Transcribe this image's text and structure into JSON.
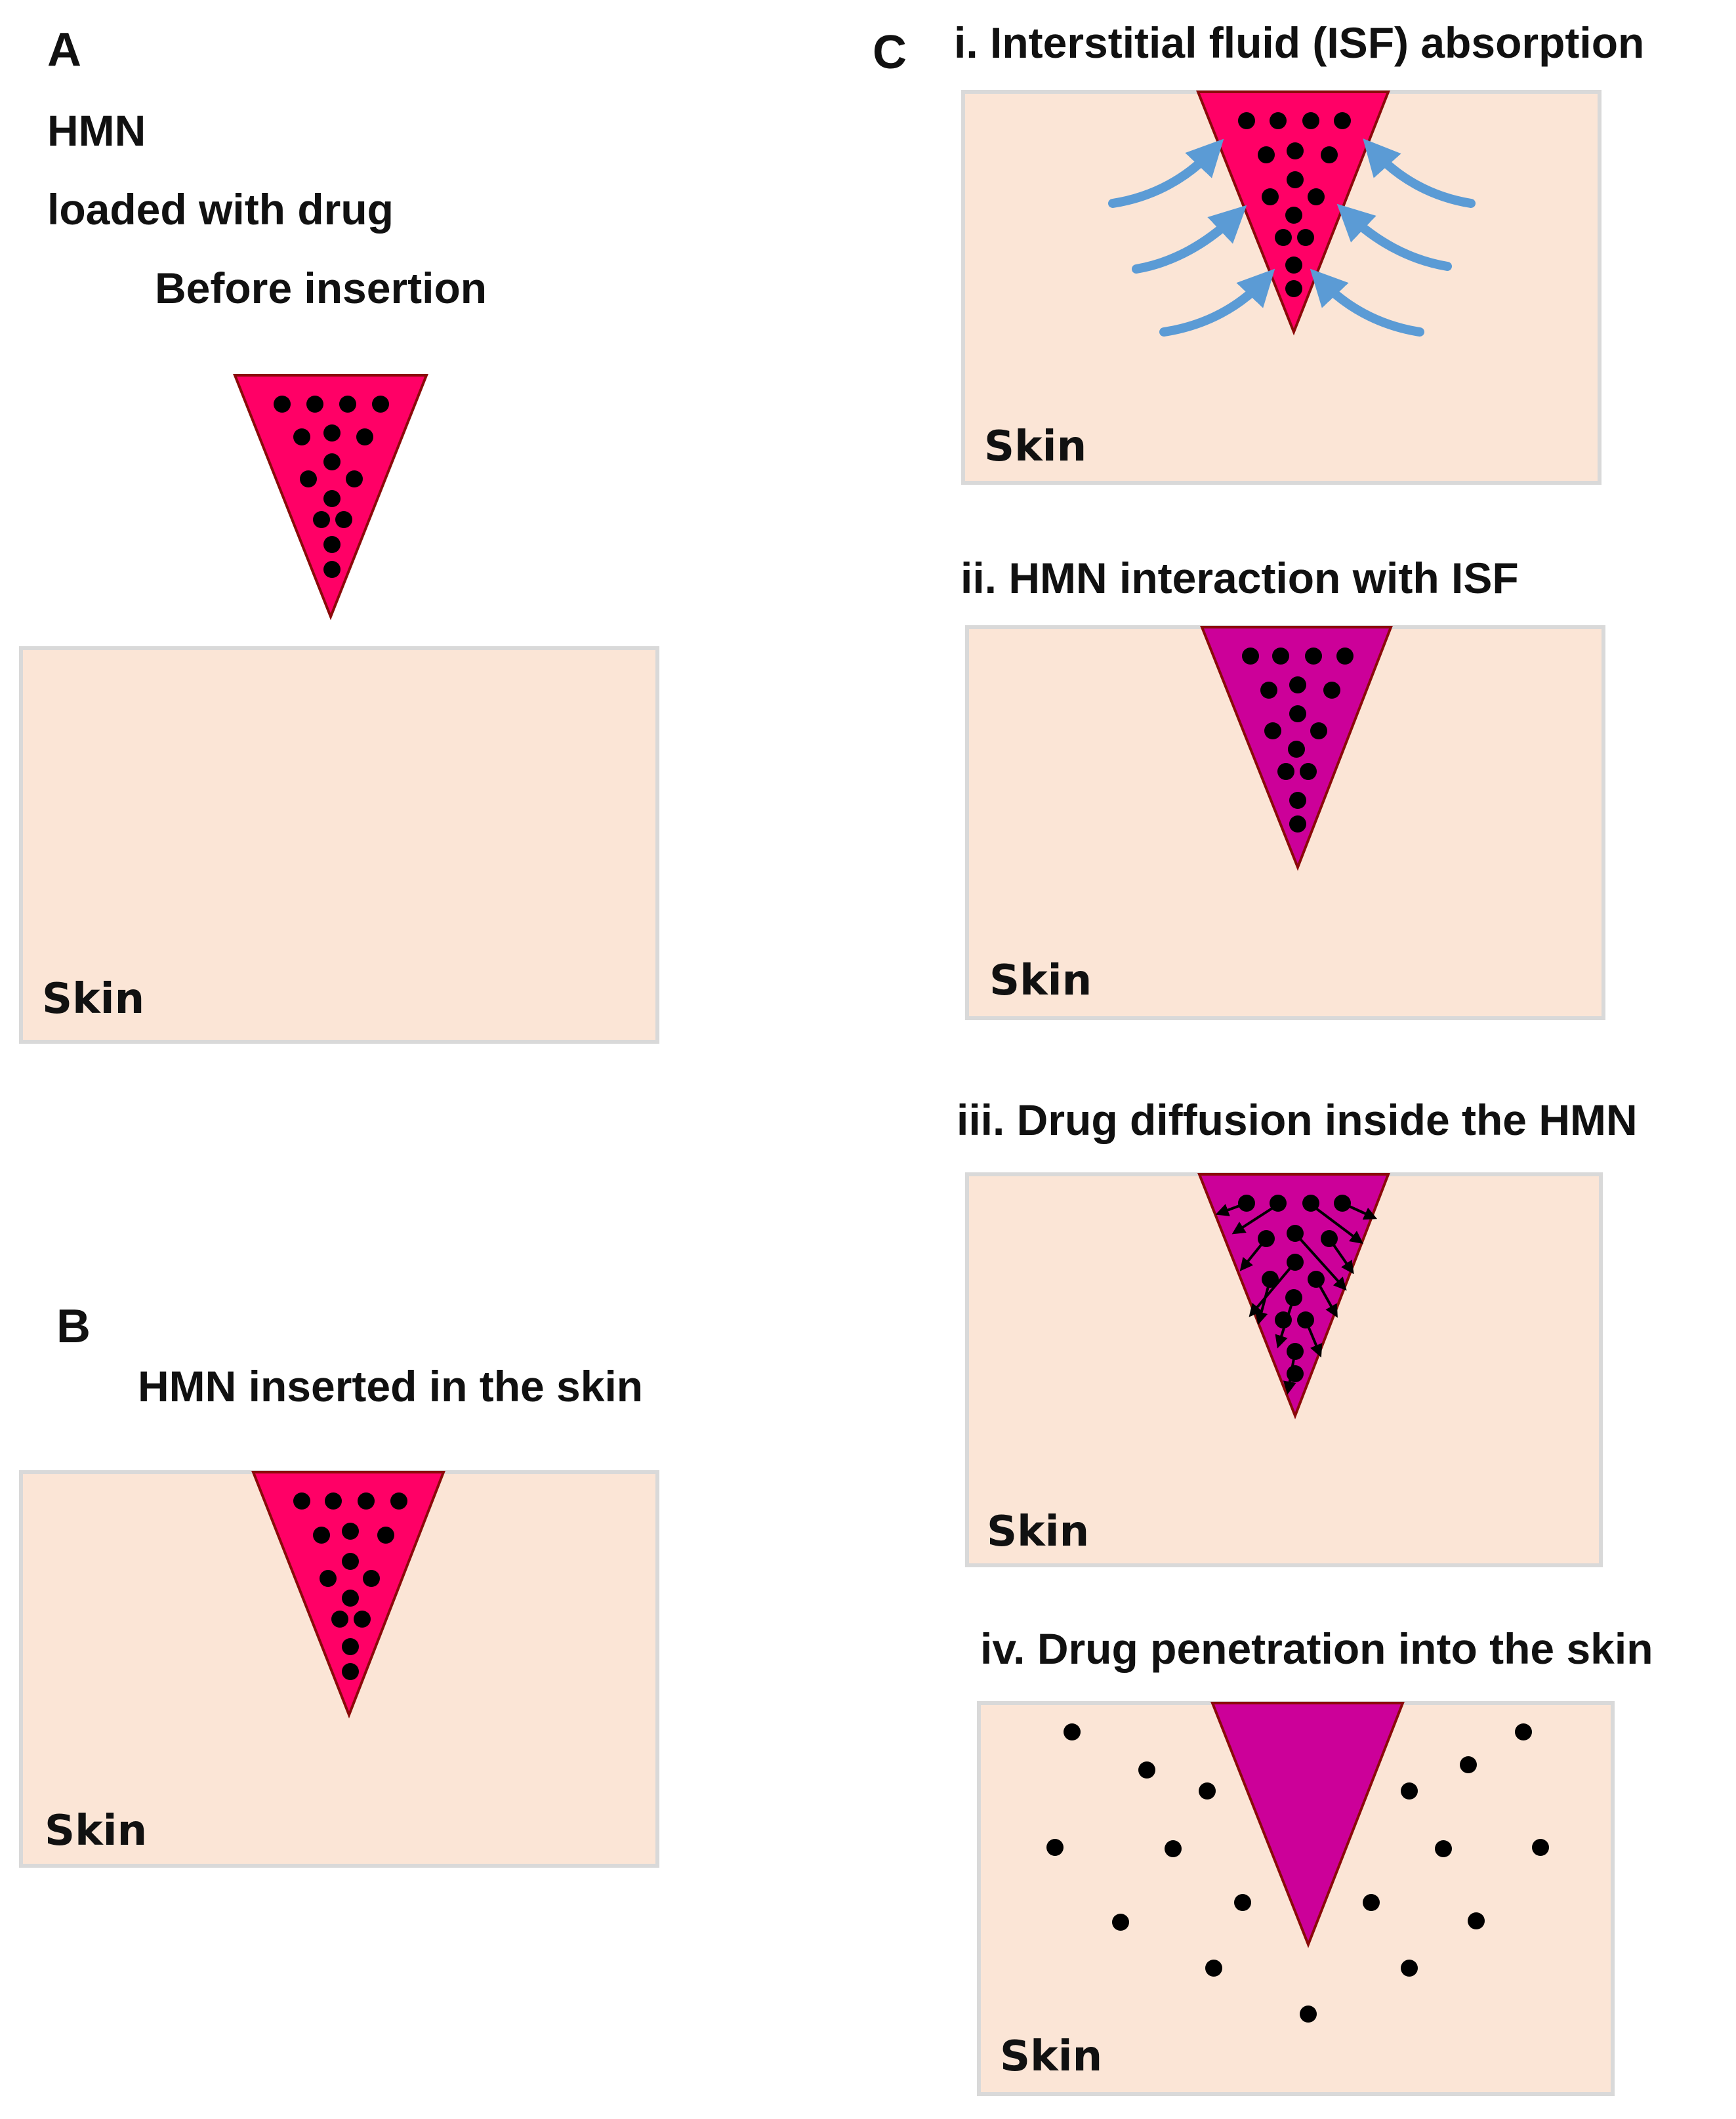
{
  "panel_a": {
    "letter": "A",
    "line1": "HMN",
    "line2": "loaded with drug",
    "line3": "Before insertion",
    "skin_label": "Skin"
  },
  "panel_b": {
    "letter": "B",
    "heading": "HMN inserted in the skin",
    "skin_label": "Skin"
  },
  "panel_c": {
    "letter": "C",
    "steps": [
      {
        "heading": "i. Interstitial fluid (ISF) absorption",
        "skin_label": "Skin"
      },
      {
        "heading": "ii. HMN interaction with ISF",
        "skin_label": "Skin"
      },
      {
        "heading": "iii. Drug diffusion inside the HMN",
        "skin_label": "Skin"
      },
      {
        "heading": "iv. Drug penetration into the skin",
        "skin_label": "Skin"
      }
    ]
  },
  "colors": {
    "skin": "#fbe5d6",
    "skin_border": "#d9d9d9",
    "needle_dry": "#ff0066",
    "needle_swollen": "#cc0099",
    "needle_outline": "#8b0a0a",
    "drug": "#000000",
    "isf_arrow": "#5b9bd5"
  }
}
